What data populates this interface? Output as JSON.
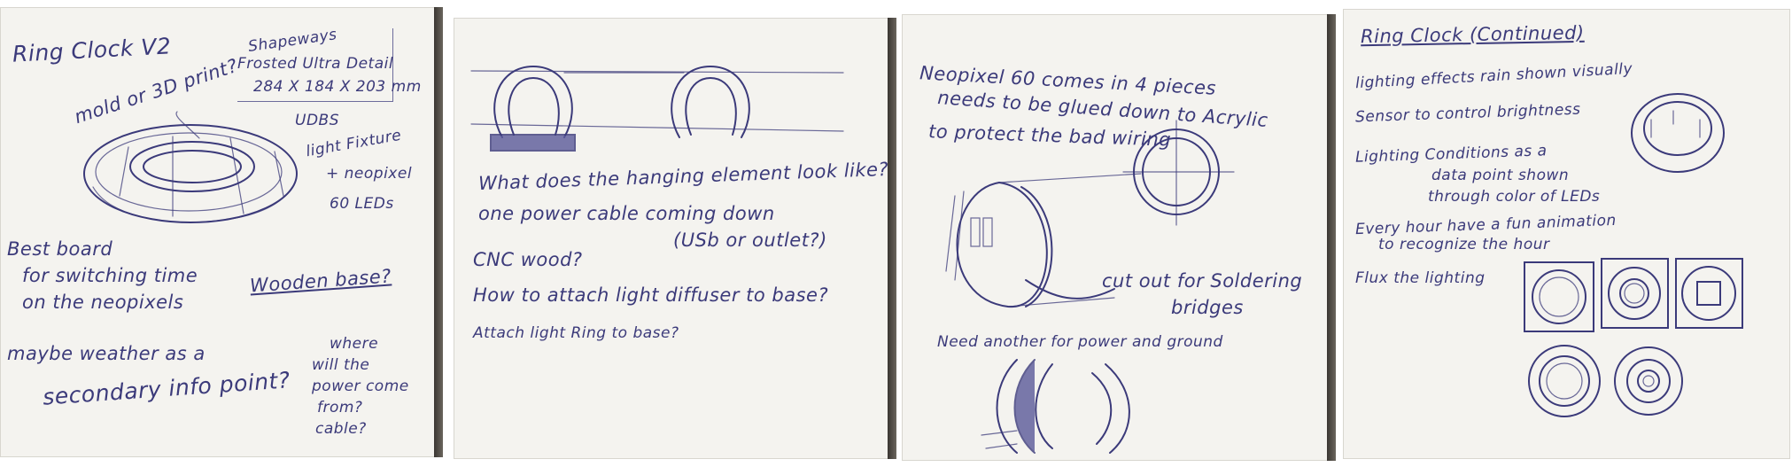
{
  "pages": [
    {
      "title": "Ring Clock V2",
      "notes": {
        "mold": "mold or 3D print?",
        "shapeways_1": "Shapeways",
        "shapeways_2": "Frosted Ultra Detail",
        "shapeways_3": "284 X 184 X 203 mm",
        "udbs": "UDBS",
        "light_fixture_1": "light Fixture",
        "light_fixture_2": "+ neopixel",
        "light_fixture_3": "60 LEDs",
        "best_board_1": "Best board",
        "best_board_2": "for switching time",
        "best_board_3": "on the neopixels",
        "wooden_base": "Wooden base?",
        "weather_1": "maybe weather as a",
        "weather_2": "secondary info point?",
        "power_1": "where",
        "power_2": "will the",
        "power_3": "power come",
        "power_4": "from?",
        "power_5": "cable?"
      }
    },
    {
      "notes": {
        "hanging": "What does the hanging element look like?",
        "cable_1": "one   power   cable  coming  down",
        "cable_2": "(USb or outlet?)",
        "cnc": "CNC wood?",
        "diffuser": "How to attach light diffuser to base?",
        "ring": "Attach light Ring to base?"
      }
    },
    {
      "notes": {
        "neopixel_1": "Neopixel 60 comes in 4 pieces",
        "neopixel_2": "needs  to  be  glued  down to  Acrylic",
        "neopixel_3": "to  protect  the  bad  wiring",
        "cutout_1": "cut out for Soldering",
        "cutout_2": "bridges",
        "another": "Need another for power and ground"
      }
    },
    {
      "title": "Ring Clock (Continued)",
      "notes": {
        "b1": "lighting  effects  rain   shown  visually",
        "b2": "Sensor  to  control  brightness",
        "b3_1": "Lighting  Conditions  as  a",
        "b3_2": "data  point  shown",
        "b3_3": "through  color  of  LEDs",
        "b4_1": "Every hour   have  a  fun  animation",
        "b4_2": "to  recognize  the  hour",
        "b5": "Flux  the  lighting"
      }
    }
  ]
}
